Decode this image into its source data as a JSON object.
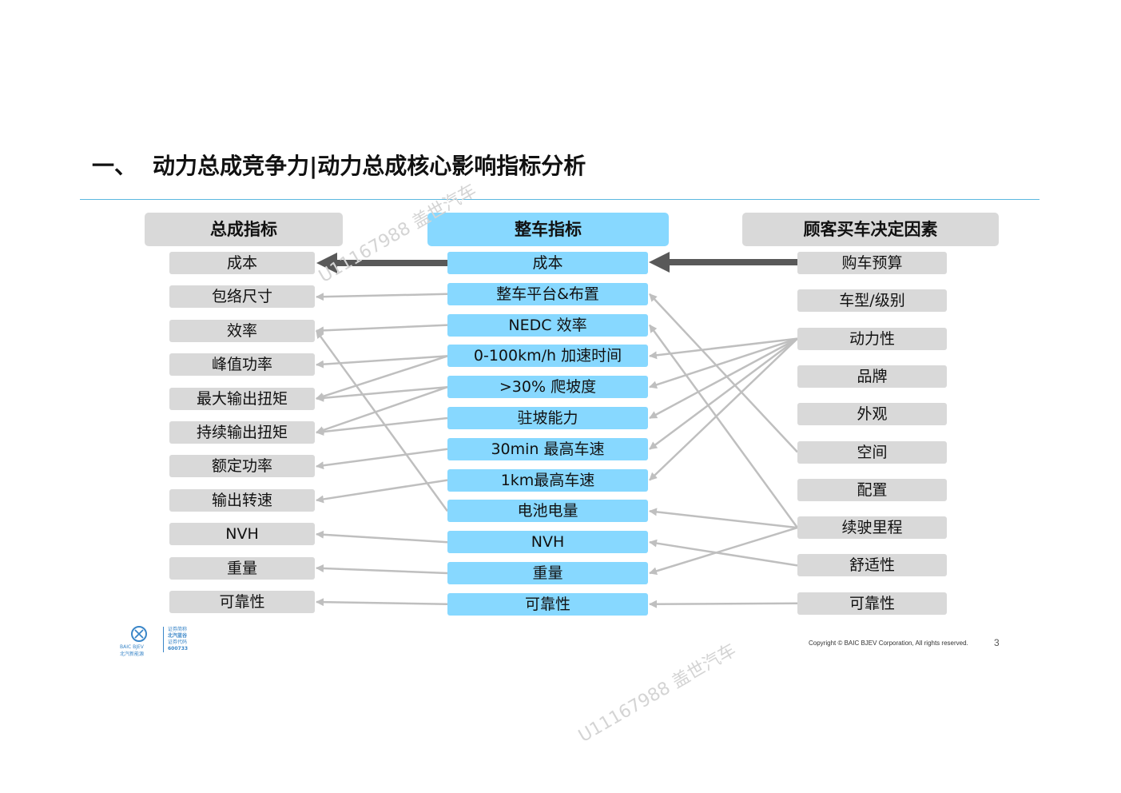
{
  "title": {
    "number": "一、",
    "text": "动力总成竞争力|动力总成核心影响指标分析"
  },
  "headers": {
    "left": "总成指标",
    "middle": "整车指标",
    "right": "顾客买车决定因素"
  },
  "left_items": [
    "成本",
    "包络尺寸",
    "效率",
    "峰值功率",
    "最大输出扭矩",
    "持续输出扭矩",
    "额定功率",
    "输出转速",
    "NVH",
    "重量",
    "可靠性"
  ],
  "middle_items": [
    "成本",
    "整车平台&布置",
    "NEDC 效率",
    "0-100km/h 加速时间",
    ">30% 爬坡度",
    "驻坡能力",
    "30min 最高车速",
    "1km最高车速",
    "电池电量",
    "NVH",
    "重量",
    "可靠性"
  ],
  "right_items": [
    "购车预算",
    "车型/级别",
    "动力性",
    "品牌",
    "外观",
    "空间",
    "配置",
    "续驶里程",
    "舒适性",
    "可靠性"
  ],
  "links_mid_to_left": [
    [
      0,
      0
    ],
    [
      1,
      1
    ],
    [
      2,
      2
    ],
    [
      3,
      3
    ],
    [
      3,
      4
    ],
    [
      4,
      4
    ],
    [
      4,
      5
    ],
    [
      5,
      5
    ],
    [
      6,
      6
    ],
    [
      7,
      7
    ],
    [
      8,
      2
    ],
    [
      9,
      8
    ],
    [
      10,
      9
    ],
    [
      11,
      10
    ]
  ],
  "links_right_to_mid": [
    [
      0,
      0
    ],
    [
      2,
      3
    ],
    [
      2,
      4
    ],
    [
      2,
      5
    ],
    [
      2,
      6
    ],
    [
      2,
      7
    ],
    [
      5,
      1
    ],
    [
      7,
      2
    ],
    [
      7,
      8
    ],
    [
      7,
      10
    ],
    [
      8,
      9
    ],
    [
      9,
      11
    ]
  ],
  "colors": {
    "header_gray": "#d9d9d9",
    "header_blue": "#87d8ff",
    "arrow_light": "#bfbfbf",
    "arrow_dark": "#595959",
    "rule": "#5bb8e0"
  },
  "watermark": "U11167988 盖世汽车",
  "logo": {
    "brand": "BAIC BJEV",
    "sub": "北汽新能源",
    "line1": "证券简称",
    "line2": "北汽蓝谷",
    "line3": "证券代码",
    "line4": "600733"
  },
  "copyright": "Copyright © BAIC BJEV Corporation, All rights reserved.",
  "page_number": "3"
}
